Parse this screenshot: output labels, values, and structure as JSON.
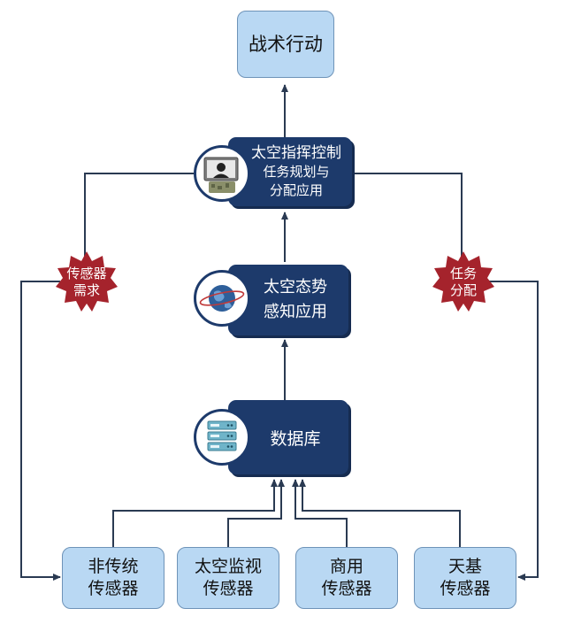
{
  "top": {
    "label": "战术行动"
  },
  "command": {
    "line1": "太空指挥控制",
    "line2": "任务规划与",
    "line3": "分配应用"
  },
  "awareness": {
    "line1": "太空态势",
    "line2": "感知应用"
  },
  "database": {
    "label": "数据库"
  },
  "left_badge": {
    "line1": "传感器",
    "line2": "需求"
  },
  "right_badge": {
    "line1": "任务",
    "line2": "分配"
  },
  "sensors": [
    {
      "line1": "非传统",
      "line2": "传感器"
    },
    {
      "line1": "太空监视",
      "line2": "传感器"
    },
    {
      "line1": "商用",
      "line2": "传感器"
    },
    {
      "line1": "天基",
      "line2": "传感器"
    }
  ],
  "colors": {
    "light_box": "#b9d8f3",
    "dark_box": "#1d3a6b",
    "badge": "#a5232c",
    "arrow": "#2a3a52"
  }
}
